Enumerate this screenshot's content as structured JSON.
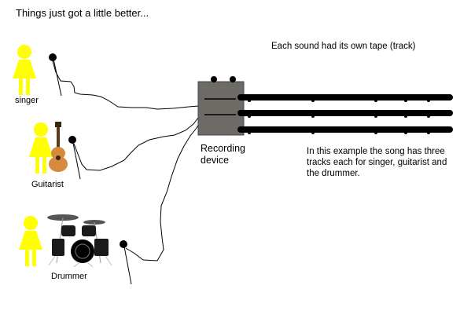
{
  "title": "Things just got a little better...",
  "note_top": "Each sound had its own tape (track)",
  "note_body": "In this example the song has three tracks each for singer, guitarist and the drummer.",
  "labels": {
    "singer": "singer",
    "guitarist": "Guitarist",
    "drummer": "Drummer",
    "device_line1": "Recording",
    "device_line2": "device"
  },
  "colors": {
    "person": "#ffff00",
    "device": "#6e6a66",
    "track": "#000000",
    "guitar": "#d58a3c"
  }
}
